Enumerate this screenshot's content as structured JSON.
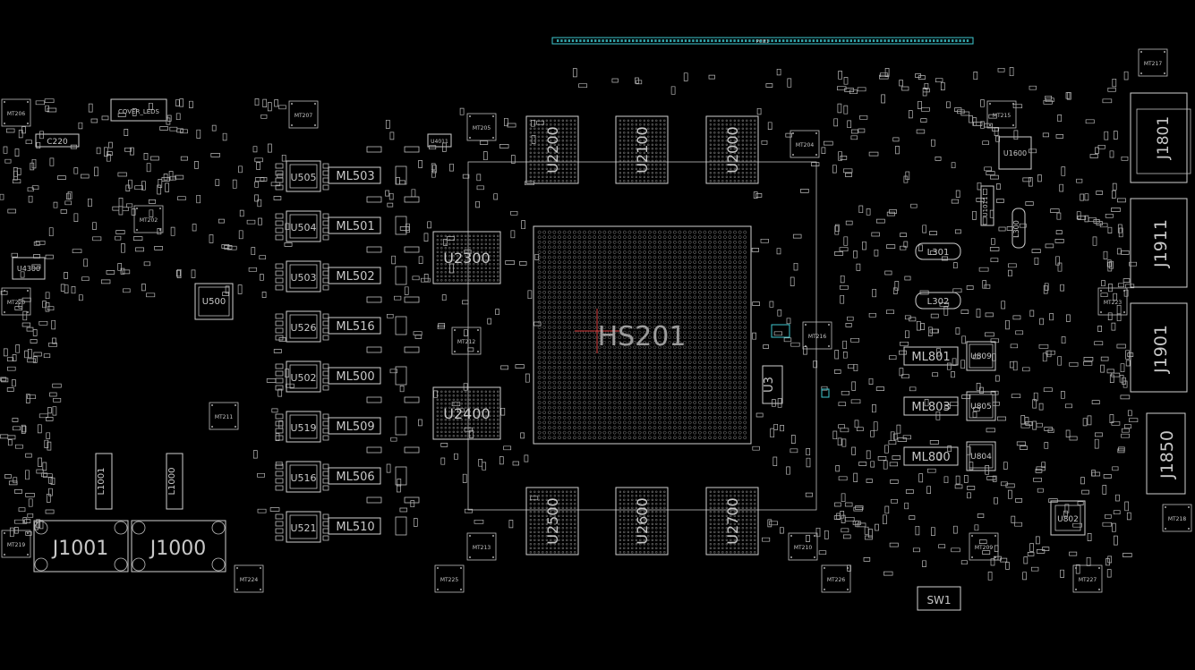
{
  "colors": {
    "background": "#000000",
    "outline": "#cfcfcf",
    "highlight": "#3fc8d0",
    "marker": "#e04040",
    "text": "#c8c8c8"
  },
  "header_connector": {
    "label": "PCIE1"
  },
  "gpu": {
    "label": "HS201"
  },
  "memory": {
    "top": [
      "U2200",
      "U2100",
      "U2000"
    ],
    "left": [
      "U2300",
      "U2400"
    ],
    "bottom": [
      "U2500",
      "U2600",
      "U2700"
    ]
  },
  "regulators": [
    "U505",
    "U504",
    "U503",
    "U526",
    "U502",
    "U519",
    "U516",
    "U521"
  ],
  "inductors": [
    "ML503",
    "ML501",
    "ML502",
    "ML516",
    "ML500",
    "ML509",
    "ML506",
    "ML510"
  ],
  "right_inductors": [
    "ML801",
    "ML803",
    "ML800"
  ],
  "right_chips": [
    "U809",
    "U805",
    "U804"
  ],
  "connectors": {
    "dp_upper": "J1911",
    "dp_lower": "J1901",
    "hdmi": "J1850",
    "power_left": "J1001",
    "power_right": "J1000",
    "corner": "J1801"
  },
  "misc_chips": {
    "u500": "U500",
    "u4300": "U4300",
    "u3": "U3",
    "u1600": "U1600",
    "u802": "U802",
    "sw1": "SW1",
    "l301": "L301",
    "l302": "L302",
    "c220": "C220",
    "cover_leds": "COVER_LEDS",
    "u4011": "U4011",
    "l1001": "L1001",
    "l1000": "L1000",
    "u1011": "U1011",
    "l300": "L300"
  },
  "mounting_holes": [
    "MT206",
    "MT207",
    "MT205",
    "MT204",
    "MT217",
    "MT202",
    "MT220",
    "MT211",
    "MT219",
    "MT224",
    "MT225",
    "MT213",
    "MT212",
    "MT216",
    "MT210",
    "MT226",
    "MT209",
    "MT227",
    "MT218",
    "MT223",
    "MT215"
  ]
}
